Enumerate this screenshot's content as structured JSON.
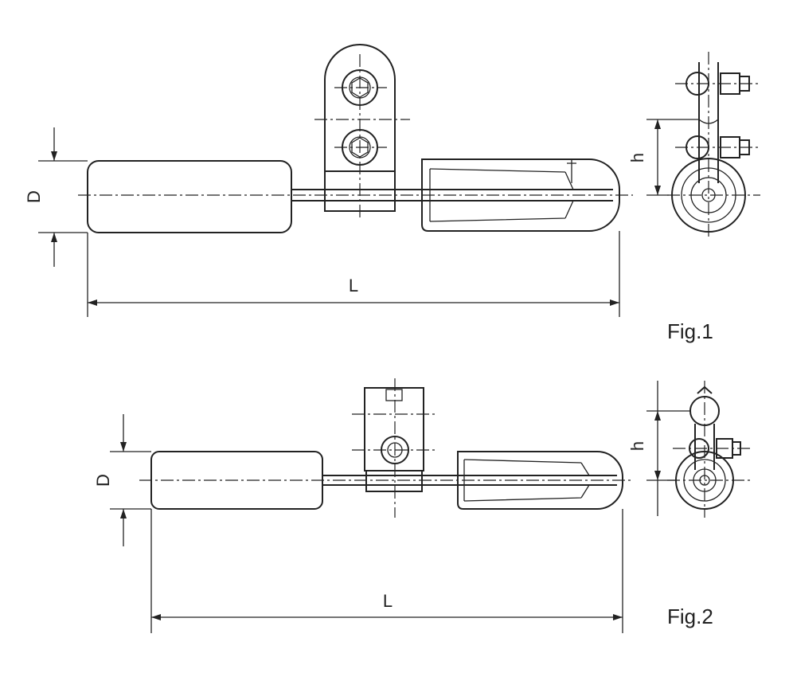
{
  "figures": [
    {
      "caption": "Fig.1",
      "dim_length": "L",
      "dim_diameter": "D",
      "dim_height": "h"
    },
    {
      "caption": "Fig.2",
      "dim_length": "L",
      "dim_diameter": "D",
      "dim_height": "h"
    }
  ]
}
